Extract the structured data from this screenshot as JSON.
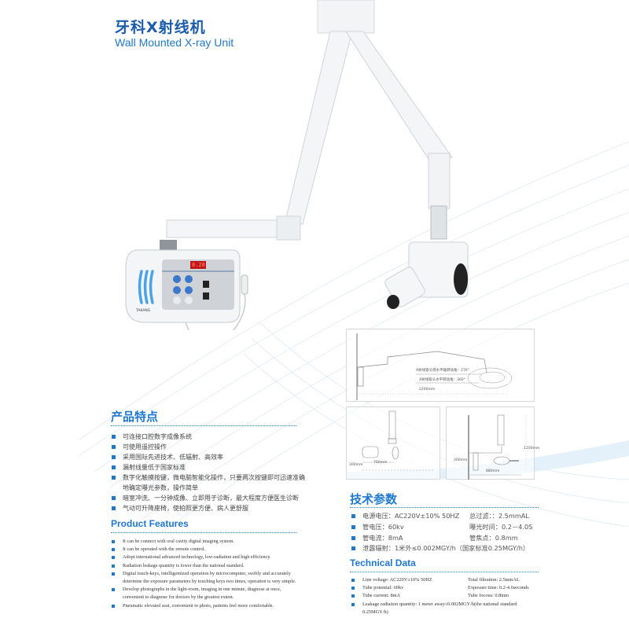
{
  "header": {
    "title_cn": "牙科X射线机",
    "title_en": "Wall Mounted X-ray Unit"
  },
  "device": {
    "display_value": "0.20",
    "logo": "TAKANG",
    "accent_color": "#4aa3e8"
  },
  "diagrams": {
    "top": {
      "label_rotation": "X射线管头绕水平轴转动角：270°",
      "label_horizontal": "X射线管头水平转动角：360°",
      "length": "2200mm"
    },
    "bottom_left": {
      "height": "300mm",
      "length": "700mm"
    },
    "bottom_right": {
      "height": "300mm",
      "length": "880mm",
      "total_height": "1100mm"
    }
  },
  "features_cn": {
    "title": "产品特点",
    "items": [
      "可连接口腔数字成像系统",
      "可使用遥控操作",
      "采用国际先进技术、低辐射、高效率",
      "漏射线量低于国家标准",
      "数字化触摸按键，微电脑智能化操作，只要两次按键即可迅速准确地确定曝光参数，操作简单",
      "暗室冲洗、一分钟成像、立即用于诊断，最大程度方便医生诊断",
      "气动可升降座椅，使拍照更方便、病人更舒服"
    ]
  },
  "features_en": {
    "title": "Product Features",
    "items": [
      "It can be connect with oral cavity digital imaging system.",
      "It can be operated with the remote control.",
      "Adopt international advanced technology, low-radiation and high efficiency.",
      "Radiation leakage quantity is lower than the national standard.",
      "Digital touch-keys, intelligentized operation by microcomputer, swiftly and accurately determine the exposure parameters by touching keys two times, operation is very simple.",
      "Develop photographs in the light-room, imaging in one minute, diagnose at once,  convenient to diagnose for doctors by the greatest extent.",
      "Pneumatic elevated seat, convenient to photo, patients feel more comfortable."
    ]
  },
  "tech_cn": {
    "title": "技术参数",
    "rows": [
      [
        "电源电压：AC220V±10% 50HZ",
        "总过滤：：2.5mmAL"
      ],
      [
        "管电压：60kv",
        "曝光时间：0.2－4.0S"
      ],
      [
        "管电流：8mA",
        "管焦点：0.8mm"
      ]
    ],
    "leak": "泄露辐射：1米外≤0.002MGY/h（国家标准0.25MGY/h）"
  },
  "tech_en": {
    "title": "Technical Data",
    "rows": [
      [
        "Line voltage: AC220V±10%  50HZ",
        "Total filtration: 2.5mmAL"
      ],
      [
        "Tube potential: 60kv",
        "Exposure time: 0.2-4.0seconds"
      ],
      [
        "Tube current: 8mA",
        "Tube focous: 0.8mm"
      ]
    ],
    "leak": "Leakage radiation quantity: 1 meter away≤0.002MGY/h(the national standard 0.25MGY/h)"
  }
}
